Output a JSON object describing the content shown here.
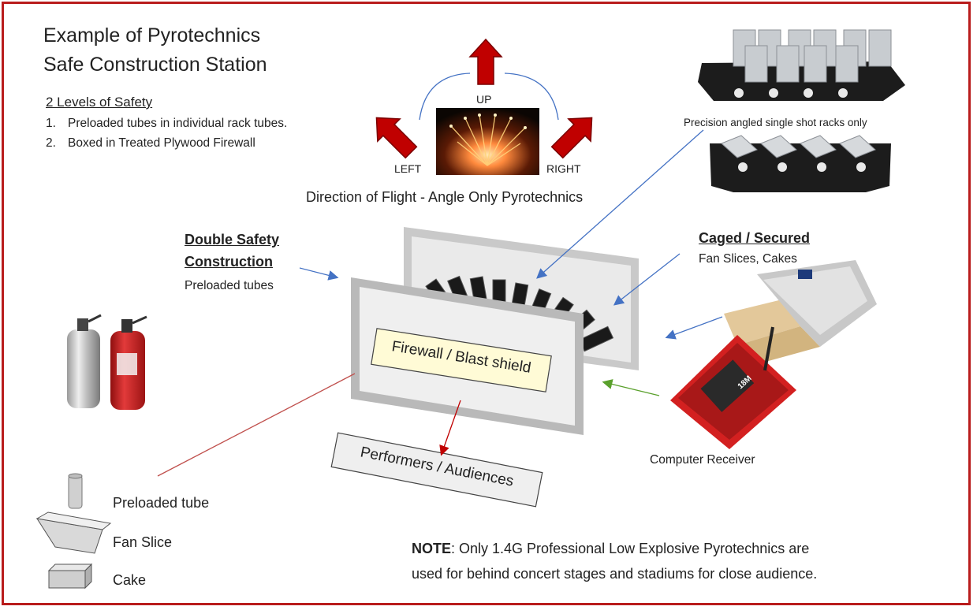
{
  "title_line1": "Example of Pyrotechnics",
  "title_line2": "Safe Construction Station",
  "safety": {
    "heading": "2 Levels of Safety",
    "items": [
      {
        "num": "1.",
        "text": "Preloaded tubes in individual rack tubes."
      },
      {
        "num": "2.",
        "text": "Boxed in Treated Plywood Firewall"
      }
    ]
  },
  "directions": {
    "up": "UP",
    "left": "LEFT",
    "right": "RIGHT"
  },
  "flight_caption": "Direction of Flight - Angle Only Pyrotechnics",
  "racks_caption": "Precision angled single shot racks only",
  "double_safety": {
    "line1": "Double Safety",
    "line2": "Construction",
    "sub": "Preloaded tubes"
  },
  "caged": {
    "heading": "Caged / Secured",
    "sub": "Fan Slices, Cakes"
  },
  "firewall_label": "Firewall / Blast shield",
  "performers_label": "Performers / Audiences",
  "receiver_caption": "Computer Receiver",
  "receiver_badge": "18M",
  "legend": [
    {
      "label": "Preloaded tube",
      "icon": "tube-icon"
    },
    {
      "label": "Fan Slice",
      "icon": "fan-slice-icon"
    },
    {
      "label": "Cake",
      "icon": "cake-icon"
    }
  ],
  "note": {
    "bold": "NOTE",
    "line1": ": Only 1.4G Professional Low Explosive Pyrotechnics are",
    "line2": "used for behind concert stages and stadiums for close audience."
  },
  "colors": {
    "frame": "#b91c1c",
    "arrow_red": "#c00000",
    "arrow_blue": "#4472c4",
    "arrow_green": "#5aa02c",
    "label_bg": "#fffbd6"
  }
}
